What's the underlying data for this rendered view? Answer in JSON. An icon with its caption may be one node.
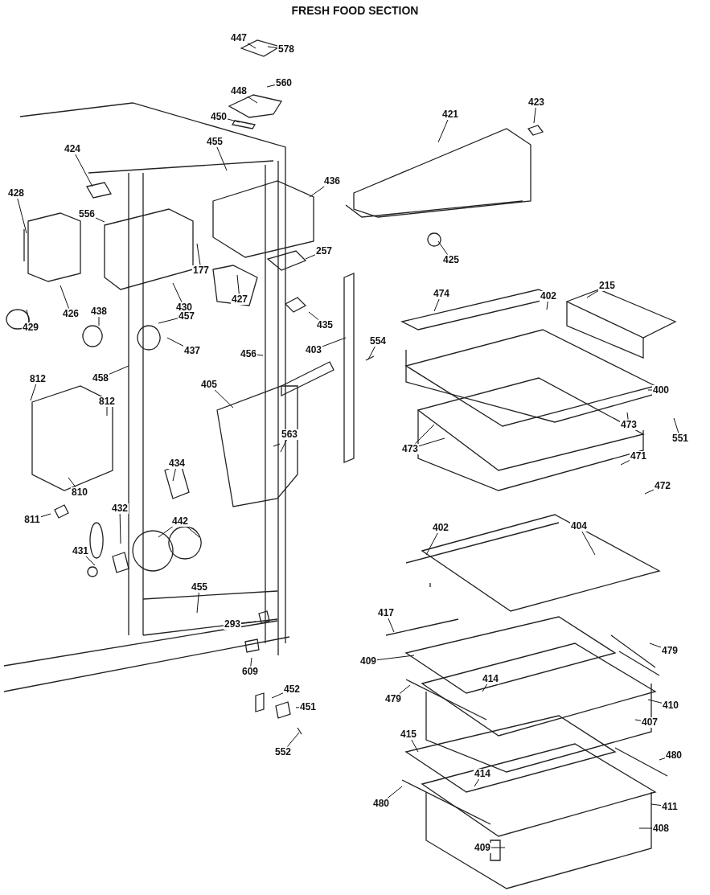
{
  "diagram": {
    "title": "FRESH FOOD SECTION",
    "nodes": [
      {
        "text": [
          "447"
        ]
      },
      {
        "text": [
          "578"
        ]
      },
      {
        "text": [
          "448"
        ]
      },
      {
        "text": [
          "560"
        ]
      },
      {
        "text": [
          "450"
        ]
      },
      {
        "text": [
          "421"
        ]
      },
      {
        "text": [
          "423"
        ]
      },
      {
        "text": [
          "424"
        ]
      },
      {
        "text": [
          "455"
        ]
      },
      {
        "text": [
          "436"
        ]
      },
      {
        "text": [
          "428"
        ]
      },
      {
        "text": [
          "556"
        ]
      },
      {
        "text": [
          "177"
        ]
      },
      {
        "text": [
          "257"
        ]
      },
      {
        "text": [
          "425"
        ]
      },
      {
        "text": [
          "426"
        ]
      },
      {
        "text": [
          "430"
        ]
      },
      {
        "text": [
          "427"
        ]
      },
      {
        "text": [
          "474"
        ]
      },
      {
        "text": [
          "402"
        ]
      },
      {
        "text": [
          "215"
        ]
      },
      {
        "text": [
          "429"
        ]
      },
      {
        "text": [
          "438"
        ]
      },
      {
        "text": [
          "457"
        ]
      },
      {
        "text": [
          "435"
        ]
      },
      {
        "text": [
          "437"
        ]
      },
      {
        "text": [
          "456"
        ]
      },
      {
        "text": [
          "403"
        ]
      },
      {
        "text": [
          "554"
        ]
      },
      {
        "text": [
          "400"
        ]
      },
      {
        "text": [
          "812"
        ]
      },
      {
        "text": [
          "458"
        ]
      },
      {
        "text": [
          "405"
        ]
      },
      {
        "text": [
          "812"
        ]
      },
      {
        "text": [
          "473"
        ]
      },
      {
        "text": [
          "551"
        ]
      },
      {
        "text": [
          "563"
        ]
      },
      {
        "text": [
          "473"
        ]
      },
      {
        "text": [
          "471"
        ]
      },
      {
        "text": [
          "434"
        ]
      },
      {
        "text": [
          "472"
        ]
      },
      {
        "text": [
          "810"
        ]
      },
      {
        "text": [
          "442"
        ]
      },
      {
        "text": [
          "432"
        ]
      },
      {
        "text": [
          "811"
        ]
      },
      {
        "text": [
          "402"
        ]
      },
      {
        "text": [
          "404"
        ]
      },
      {
        "text": [
          "431"
        ]
      },
      {
        "text": [
          "455"
        ]
      },
      {
        "text": [
          "417"
        ]
      },
      {
        "text": [
          "293"
        ]
      },
      {
        "text": [
          "479"
        ]
      },
      {
        "text": [
          "409"
        ]
      },
      {
        "text": [
          "609"
        ]
      },
      {
        "text": [
          "414"
        ]
      },
      {
        "text": [
          "479"
        ]
      },
      {
        "text": [
          "452"
        ]
      },
      {
        "text": [
          "410"
        ]
      },
      {
        "text": [
          "451"
        ]
      },
      {
        "text": [
          "407"
        ]
      },
      {
        "text": [
          "552"
        ]
      },
      {
        "text": [
          "415"
        ]
      },
      {
        "text": [
          "480"
        ]
      },
      {
        "text": [
          "414"
        ]
      },
      {
        "text": [
          "480"
        ]
      },
      {
        "text": [
          "411"
        ]
      },
      {
        "text": [
          "408"
        ]
      },
      {
        "text": [
          "409"
        ]
      }
    ],
    "edges": [
      {
        "from": 0,
        "to": null,
        "arrow": "none"
      },
      {
        "from": 1,
        "to": null,
        "arrow": "none"
      },
      {
        "from": 2,
        "to": null,
        "arrow": "none"
      },
      {
        "from": 3,
        "to": null,
        "arrow": "none"
      },
      {
        "from": 4,
        "to": null,
        "arrow": "none"
      },
      {
        "from": 5,
        "to": null,
        "arrow": "none"
      },
      {
        "from": 6,
        "to": null,
        "arrow": "none"
      },
      {
        "from": 7,
        "to": null,
        "arrow": "none"
      },
      {
        "from": 8,
        "to": null,
        "arrow": "none"
      },
      {
        "from": 9,
        "to": null,
        "arrow": "none"
      },
      {
        "from": 10,
        "to": null,
        "arrow": "none"
      },
      {
        "from": 11,
        "to": null,
        "arrow": "none"
      },
      {
        "from": 12,
        "to": null,
        "arrow": "none"
      },
      {
        "from": 13,
        "to": null,
        "arrow": "none"
      },
      {
        "from": 14,
        "to": null,
        "arrow": "none"
      },
      {
        "from": 15,
        "to": null,
        "arrow": "none"
      },
      {
        "from": 16,
        "to": null,
        "arrow": "none"
      },
      {
        "from": 17,
        "to": null,
        "arrow": "none"
      },
      {
        "from": 18,
        "to": null,
        "arrow": "none"
      },
      {
        "from": 19,
        "to": null,
        "arrow": "none"
      },
      {
        "from": 20,
        "to": null,
        "arrow": "none"
      },
      {
        "from": 21,
        "to": null,
        "arrow": "none"
      },
      {
        "from": 22,
        "to": null,
        "arrow": "none"
      },
      {
        "from": 23,
        "to": null,
        "arrow": "none"
      },
      {
        "from": 24,
        "to": null,
        "arrow": "none"
      },
      {
        "from": 25,
        "to": null,
        "arrow": "none"
      },
      {
        "from": 26,
        "to": null,
        "arrow": "none"
      },
      {
        "from": 27,
        "to": null,
        "arrow": "none"
      },
      {
        "from": 28,
        "to": null,
        "arrow": "none"
      },
      {
        "from": 29,
        "to": null,
        "arrow": "none"
      },
      {
        "from": 30,
        "to": null,
        "arrow": "none"
      },
      {
        "from": 31,
        "to": null,
        "arrow": "none"
      },
      {
        "from": 32,
        "to": null,
        "arrow": "none"
      },
      {
        "from": 33,
        "to": null,
        "arrow": "none"
      },
      {
        "from": 34,
        "to": null,
        "arrow": "none"
      },
      {
        "from": 35,
        "to": null,
        "arrow": "none"
      },
      {
        "from": 36,
        "to": null,
        "arrow": "none"
      },
      {
        "from": 37,
        "to": null,
        "arrow": "none"
      },
      {
        "from": 37,
        "to": null,
        "arrow": "none"
      },
      {
        "from": 38,
        "to": null,
        "arrow": "none"
      },
      {
        "from": 39,
        "to": null,
        "arrow": "none"
      },
      {
        "from": 40,
        "to": null,
        "arrow": "none"
      },
      {
        "from": 41,
        "to": null,
        "arrow": "none"
      },
      {
        "from": 42,
        "to": null,
        "arrow": "none"
      },
      {
        "from": 42,
        "to": null,
        "arrow": "none"
      },
      {
        "from": 43,
        "to": null,
        "arrow": "none"
      },
      {
        "from": 44,
        "to": null,
        "arrow": "none"
      },
      {
        "from": 45,
        "to": null,
        "arrow": "none"
      },
      {
        "from": 46,
        "to": null,
        "arrow": "none"
      },
      {
        "from": 47,
        "to": null,
        "arrow": "none"
      },
      {
        "from": 48,
        "to": null,
        "arrow": "none"
      },
      {
        "from": 49,
        "to": null,
        "arrow": "none"
      },
      {
        "from": 50,
        "to": null,
        "arrow": "none"
      },
      {
        "from": 51,
        "to": null,
        "arrow": "none"
      },
      {
        "from": 52,
        "to": null,
        "arrow": "none"
      },
      {
        "from": 53,
        "to": null,
        "arrow": "none"
      },
      {
        "from": 54,
        "to": null,
        "arrow": "none"
      },
      {
        "from": 55,
        "to": null,
        "arrow": "none"
      },
      {
        "from": 56,
        "to": null,
        "arrow": "none"
      },
      {
        "from": 57,
        "to": null,
        "arrow": "none"
      },
      {
        "from": 58,
        "to": null,
        "arrow": "none"
      },
      {
        "from": 59,
        "to": null,
        "arrow": "none"
      },
      {
        "from": 60,
        "to": null,
        "arrow": "none"
      },
      {
        "from": 61,
        "to": null,
        "arrow": "none"
      },
      {
        "from": 62,
        "to": null,
        "arrow": "none"
      },
      {
        "from": 63,
        "to": null,
        "arrow": "none"
      },
      {
        "from": 64,
        "to": null,
        "arrow": "none"
      },
      {
        "from": 65,
        "to": null,
        "arrow": "none"
      },
      {
        "from": 66,
        "to": null,
        "arrow": "none"
      },
      {
        "from": 67,
        "to": null,
        "arrow": "none"
      }
    ]
  }
}
